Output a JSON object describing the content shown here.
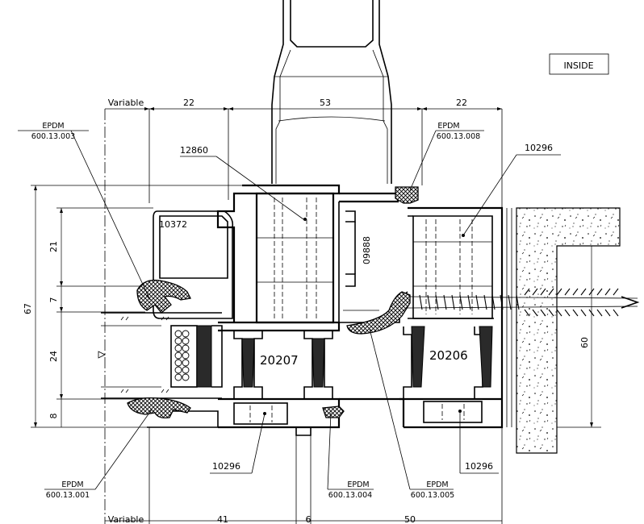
{
  "title_box": "INSIDE",
  "dimensions": {
    "top": [
      "Variable",
      "22",
      "53",
      "22"
    ],
    "bottom": [
      "Variable",
      "41",
      "6",
      "50"
    ],
    "left": [
      "67",
      "21",
      "7",
      "24",
      "8"
    ],
    "right": [
      "60"
    ]
  },
  "profile_numbers": {
    "p12860": "12860",
    "p10372": "10372",
    "p09888": "09888",
    "p20207": "20207",
    "p20206": "20206",
    "p10296_top": "10296",
    "p10296_bl": "10296",
    "p10296_br": "10296"
  },
  "callouts": [
    {
      "material": "EPDM",
      "code": "600.13.003"
    },
    {
      "material": "EPDM",
      "code": "600.13.008"
    },
    {
      "material": "EPDM",
      "code": "600.13.001"
    },
    {
      "material": "EPDM",
      "code": "600.13.004"
    },
    {
      "material": "EPDM",
      "code": "600.13.005"
    }
  ],
  "colors": {
    "line": "#000000",
    "background": "#ffffff",
    "fill_dark": "#2a2a2a"
  }
}
